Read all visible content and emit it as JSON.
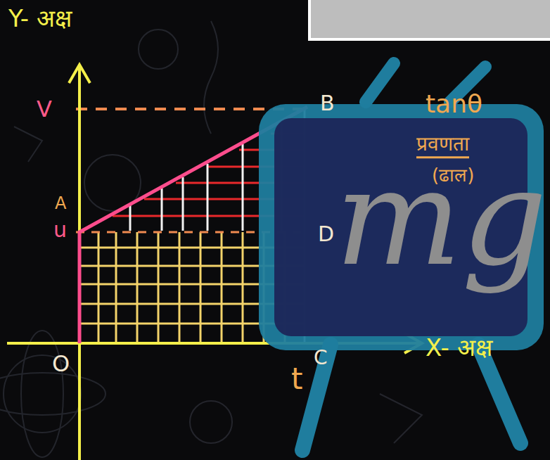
{
  "diagram": {
    "labels": [
      "Y- अक्ष",
      "V",
      "B",
      "tanθ",
      "प्रवणता",
      "(ढाल)",
      "A",
      "u",
      "D",
      "mg",
      "O",
      "t",
      "C",
      "X- अक्ष"
    ]
  }
}
